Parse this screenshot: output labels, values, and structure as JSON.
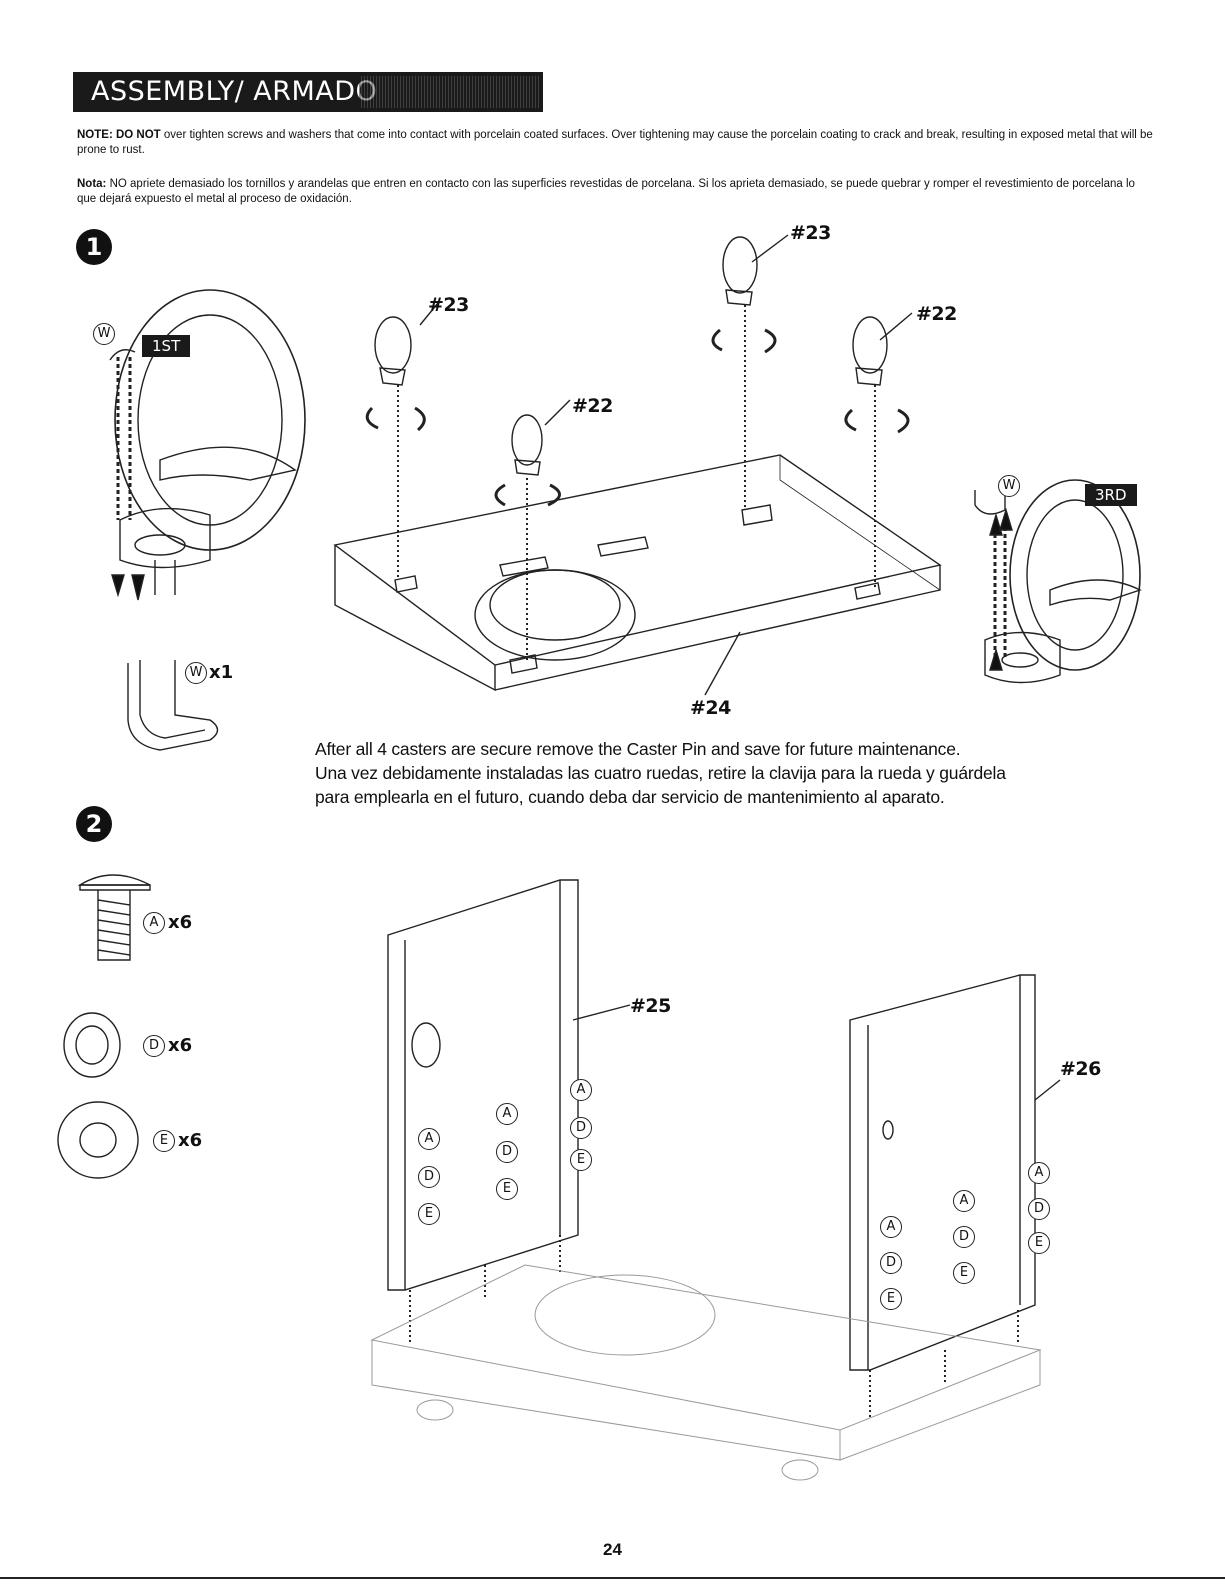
{
  "header": {
    "title": "ASSEMBLY/ ARMADO"
  },
  "notes": {
    "en_label": "NOTE: DO NOT",
    "en_text": " over tighten screws and washers that come into contact with porcelain coated surfaces. Over tightening may cause the porcelain coating to crack and break, resulting in exposed metal that will be prone to rust.",
    "es_label": "Nota:",
    "es_text": " NO apriete demasiado los tornillos y arandelas  que entren en contacto con las superficies revestidas de porcelana. Si los aprieta demasiado, se puede quebrar y romper el revestimiento de porcelana lo que dejará expuesto el metal al proceso de oxidación."
  },
  "step1": {
    "number": "1",
    "tag_first": "1ST",
    "tag_third": "3RD",
    "part_w": "W",
    "part_w_qty": "x1",
    "labels": {
      "c23a": "#23",
      "c23b": "#23",
      "c22a": "#22",
      "c22b": "#22",
      "base": "#24"
    }
  },
  "instructions": {
    "line1": "After all 4 casters are secure remove the Caster Pin and save for future maintenance.",
    "line2": "Una vez debidamente instaladas las cuatro ruedas, retire la clavija para la rueda y guárdela",
    "line3": "para emplearla en el futuro, cuando deba dar servicio de mantenimiento al aparato."
  },
  "step2": {
    "number": "2",
    "parts": [
      {
        "letter": "A",
        "qty": "x6"
      },
      {
        "letter": "D",
        "qty": "x6"
      },
      {
        "letter": "E",
        "qty": "x6"
      }
    ],
    "labels": {
      "left_panel": "#25",
      "right_panel": "#26"
    },
    "callout_letters": [
      "A",
      "D",
      "E"
    ]
  },
  "footer": {
    "page_number": "24"
  }
}
